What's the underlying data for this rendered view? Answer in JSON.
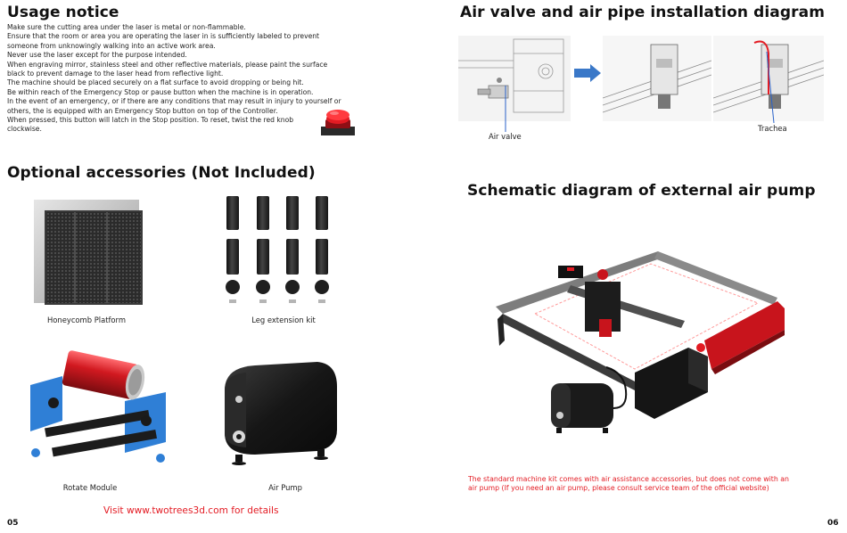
{
  "left_page": {
    "usage_title": "Usage notice",
    "notice_lines": [
      "Make sure the cutting area under the laser is metal or non-flammable.",
      "Ensure that the room or area you are operating the laser in is sufficiently labeled to prevent",
      "someone from unknowingly walking into an active work area.",
      "Never use the laser except for the purpose intended.",
      "When engraving mirror, stainless steel and other reflective materials, please paint the surface",
      "black to prevent damage to the laser head from reflective light.",
      "The machine should be placed securely on a flat surface to avoid dropping or being hit.",
      "Be within reach of the Emergency Stop or pause button when the machine is in operation.",
      "In the event of an emergency, or if there are any conditions that may result in injury to yourself or",
      "others, the is equipped with an Emergency Stop button on top of the Controller.",
      "When pressed, this button will latch in the Stop position. To reset, twist the red knob",
      "clockwise."
    ],
    "accessories_title": "Optional accessories (Not Included)",
    "accessories": [
      {
        "label": "Honeycomb Platform"
      },
      {
        "label": "Leg extension kit"
      },
      {
        "label": "Rotate Module"
      },
      {
        "label": "Air Pump"
      }
    ],
    "footer_text": "Visit www.twotrees3d.com for details",
    "page_number": "05"
  },
  "right_page": {
    "air_valve_title": "Air valve and air pipe installation diagram",
    "air_valve_label": "Air valve",
    "trachea_label": "Trachea",
    "pump_title": "Schematic diagram of external air pump",
    "note_lines": [
      "The standard machine kit comes with air assistance accessories, but does not come with an",
      "air pump (If you need an air pump, please consult service team of the official website)"
    ],
    "page_number": "06"
  },
  "colors": {
    "accent_red": "#e31b23",
    "callout_blue": "#2a62c9",
    "arrow_blue": "#3a78c8"
  }
}
